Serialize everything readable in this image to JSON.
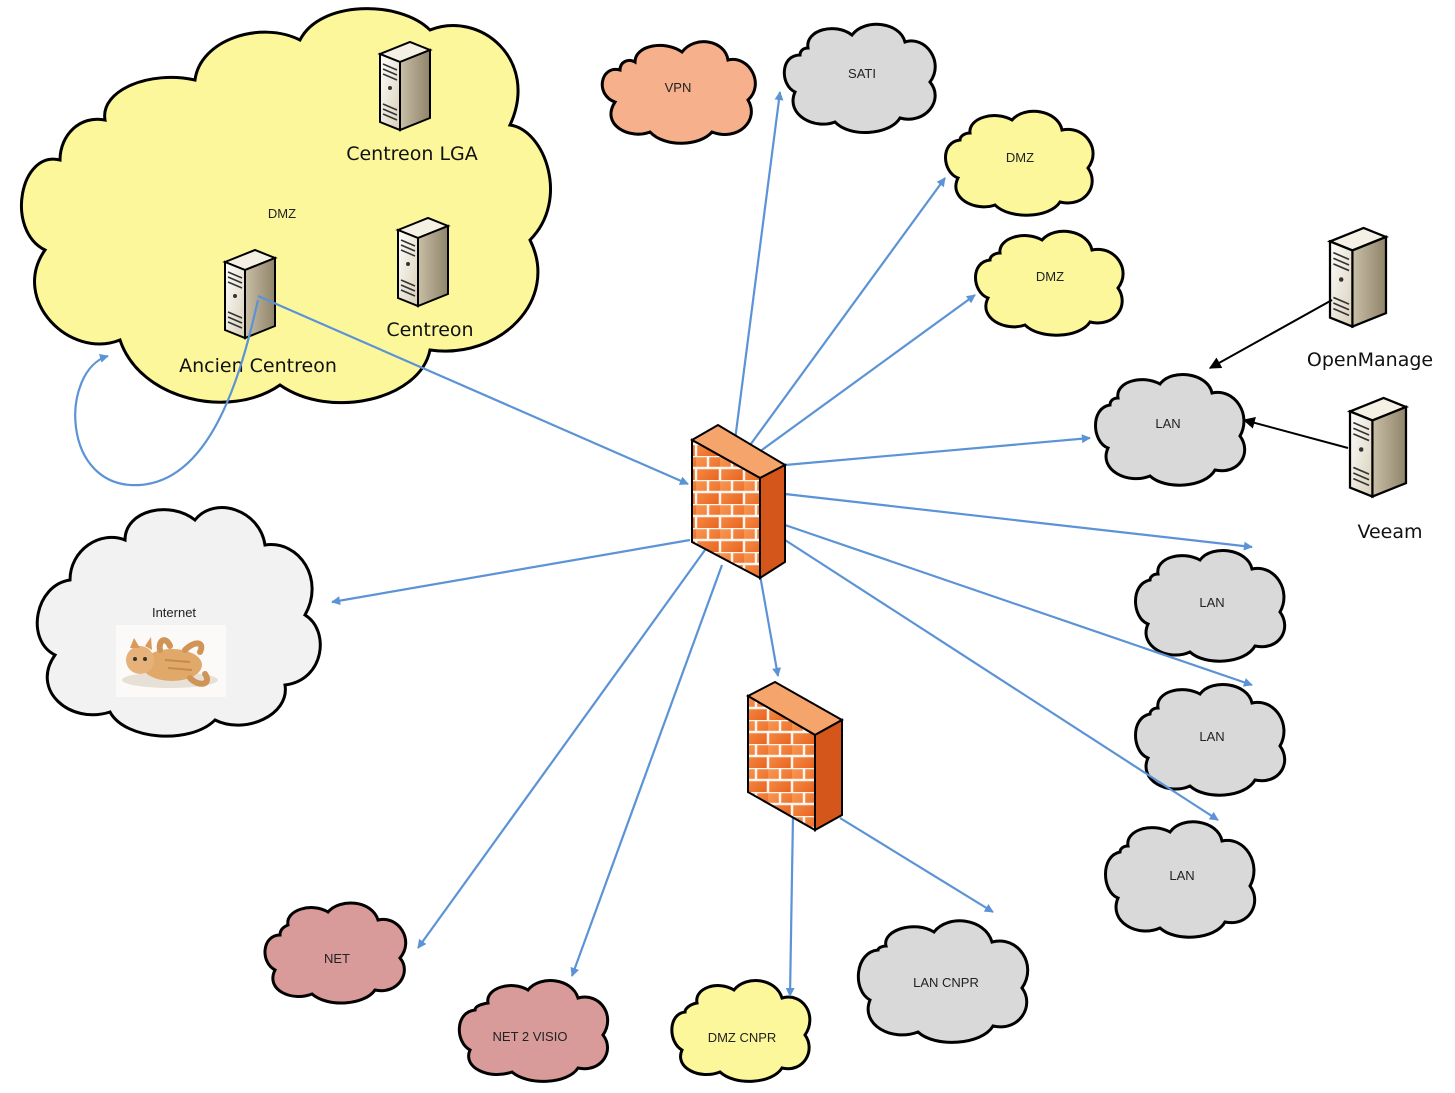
{
  "colors": {
    "arrow": "#5b93d6",
    "arrow_black": "#000000",
    "cloud_yellow": "#fbf79a",
    "cloud_gray": "#d9d9d9",
    "cloud_orange": "#f6b08c",
    "cloud_red": "#d99a9a",
    "cloud_white": "#f2f2f2",
    "firewall": "#f47a2c"
  },
  "clouds": {
    "dmz_big": "DMZ",
    "vpn": "VPN",
    "sati": "SATI",
    "dmz_1": "DMZ",
    "dmz_2": "DMZ",
    "lan_1": "LAN",
    "lan_2": "LAN",
    "lan_3": "LAN",
    "lan_4": "LAN",
    "internet": "Internet",
    "net": "NET",
    "net2visio": "NET 2 VISIO",
    "dmz_cnpr": "DMZ CNPR",
    "lan_cnpr": "LAN CNPR"
  },
  "servers": {
    "centreon_lga": "Centreon LGA",
    "centreon": "Centreon",
    "ancien_centreon": "Ancien Centreon",
    "openmanage": "OpenManage",
    "veeam": "Veeam"
  },
  "icons": {
    "firewall": "firewall-icon",
    "server": "server-icon",
    "cat_photo": "cat-photo"
  }
}
